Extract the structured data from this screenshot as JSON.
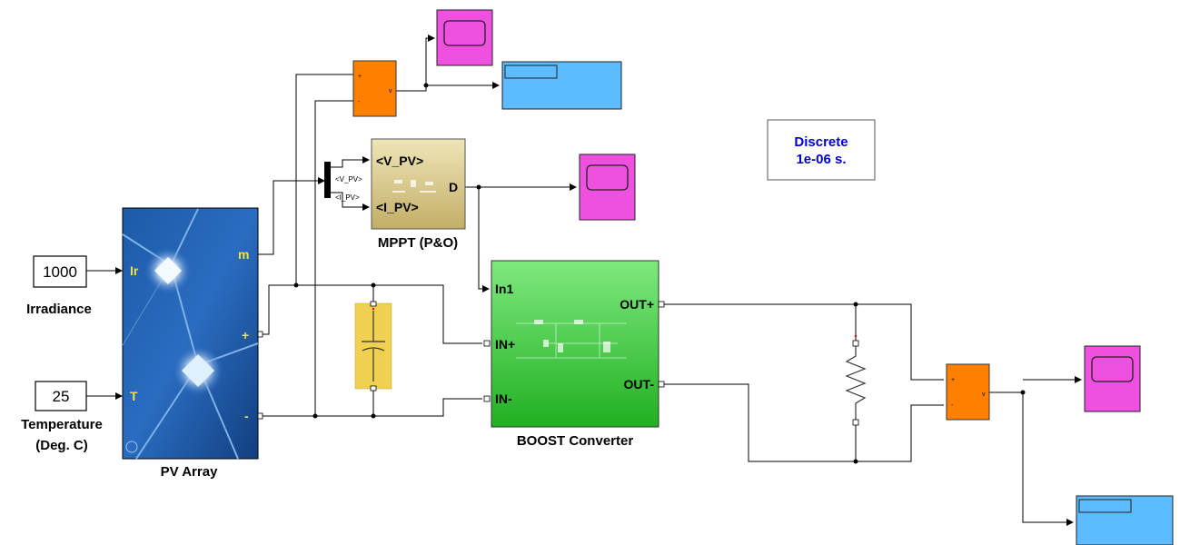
{
  "colors": {
    "canvas": "#ffffff",
    "wire": "#000000",
    "scope": "#f050e0",
    "display": "#5cbcff",
    "measurement": "#ff8000",
    "mppt": "#d6c88c",
    "boost": "#4ccc4c",
    "capacitor": "#f0d050",
    "powergui_text": "#0000cc"
  },
  "blocks": {
    "irradiance": {
      "value": "1000",
      "label": "Irradiance"
    },
    "temperature": {
      "value": "25",
      "label": "Temperature",
      "label2": "(Deg. C)"
    },
    "pv_array": {
      "label": "PV Array",
      "ports": {
        "ir": "Ir",
        "t": "T",
        "m": "m",
        "plus": "+",
        "minus": "-"
      }
    },
    "mppt": {
      "label": "MPPT (P&O)",
      "in_v": "<V_PV>",
      "in_i": "<I_PV>",
      "out": "D",
      "bus_v": "<V_PV>",
      "bus_i": "<I_PV>"
    },
    "boost": {
      "label": "BOOST Converter",
      "in1": "In1",
      "in_plus": "IN+",
      "in_minus": "IN-",
      "out_plus": "OUT+",
      "out_minus": "OUT-"
    },
    "powergui": {
      "line1": "Discrete",
      "line2": "1e-06 s."
    },
    "voltage_measurement": {
      "plus": "+",
      "minus": "-",
      "out": "v"
    }
  }
}
